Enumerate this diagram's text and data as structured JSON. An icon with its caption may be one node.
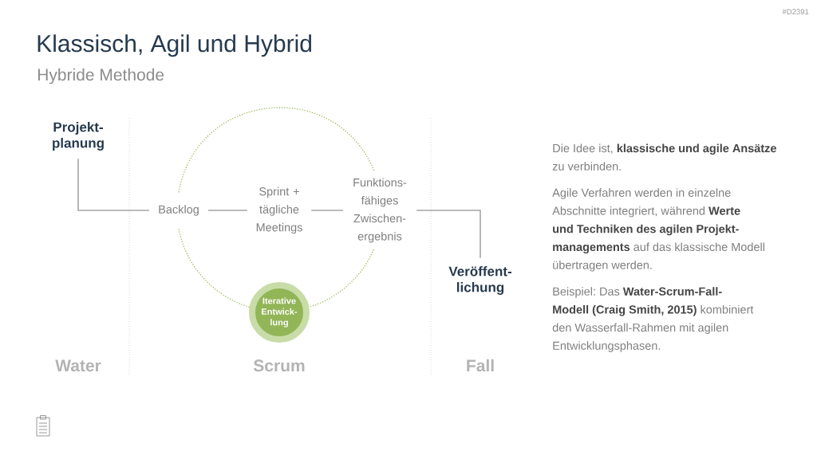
{
  "diagram": {
    "title": "Klassisch, Agil und Hybrid",
    "nodes": [
      {
        "text": [
          "Projekt- planung"
        ]
      },
      {
        "text": [
          "Backlog"
        ]
      },
      {
        "text": [
          "Sprint + tägliche Meetings"
        ]
      },
      {
        "text": [
          "Funktions- fähiges Zwischen- ergebnis"
        ]
      },
      {
        "text": [
          "Veröffent- lichung"
        ]
      },
      {
        "text": [
          "Iterative Entwick- lung"
        ]
      }
    ],
    "edges": [
      {
        "from": 0,
        "to": 1,
        "arrow": "none"
      },
      {
        "from": 1,
        "to": 2,
        "arrow": "none"
      },
      {
        "from": 2,
        "to": 3,
        "arrow": "none"
      },
      {
        "from": 3,
        "to": 4,
        "arrow": "none"
      },
      {
        "from": 1,
        "to": 3,
        "arrow": "none",
        "style": "dashed",
        "color": "#9bbb59"
      },
      {
        "from": 3,
        "to": 5,
        "arrow": "none",
        "style": "dashed",
        "color": "#9bbb59"
      },
      {
        "from": 5,
        "to": 1,
        "arrow": "none",
        "style": "dashed",
        "color": "#9bbb59"
      }
    ],
    "labels": [
      "#D2391",
      "Hybride Methode",
      "Water",
      "Scrum",
      "Fall",
      "Die Idee ist, **klassische und agile Ansätze** zu verbinden.",
      "Agile Verfahren werden in einzelne Abschnitte integriert, während **Werte und Techniken des agilen Projekt- managements** auf das klassische Modell übertragen werden.",
      "Beispiel: Das **Water-Scrum-Fall-Modell (Craig Smith, 2015)** kombiniert den Wasserfall-Rahmen mit agilen Entwicklungsphasen."
    ]
  }
}
